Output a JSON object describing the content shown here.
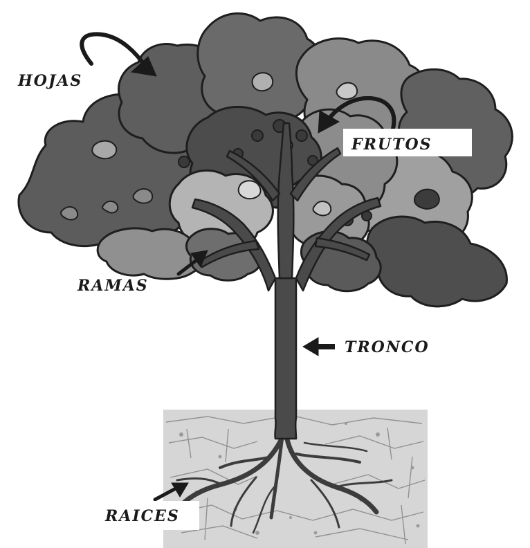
{
  "labels": {
    "hojas": "HOJAS",
    "frutos": "FRUTOS",
    "ramas": "RAMAS",
    "tronco": "TRONCO",
    "raices": "RAICES"
  },
  "colors": {
    "leaf_dark": "#5a5a5a",
    "leaf_mid": "#7d7d7d",
    "leaf_light": "#a6a6a6",
    "trunk": "#4a4a4a",
    "soil": "#d4d4d4",
    "outline": "#1e1e1e"
  }
}
